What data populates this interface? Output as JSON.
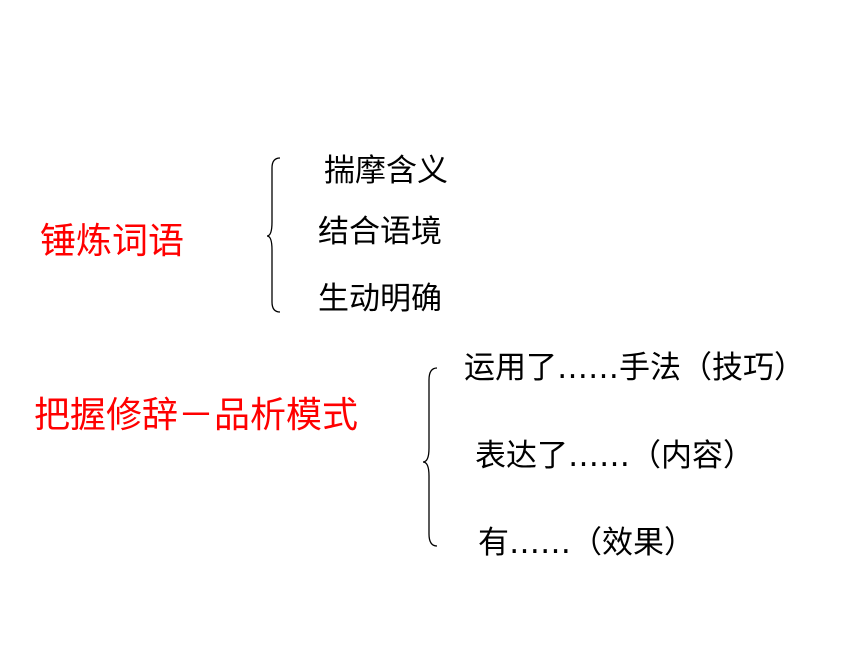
{
  "section1": {
    "heading": "锤炼词语",
    "items": [
      "揣摩含义",
      "结合语境",
      "生动明确"
    ]
  },
  "section2": {
    "heading": "把握修辞－品析模式",
    "items": [
      "运用了……手法（技巧）",
      "表达了……（内容）",
      "有……（效果）"
    ]
  },
  "colors": {
    "heading": "#ff0000",
    "text": "#000000",
    "background": "#ffffff"
  }
}
